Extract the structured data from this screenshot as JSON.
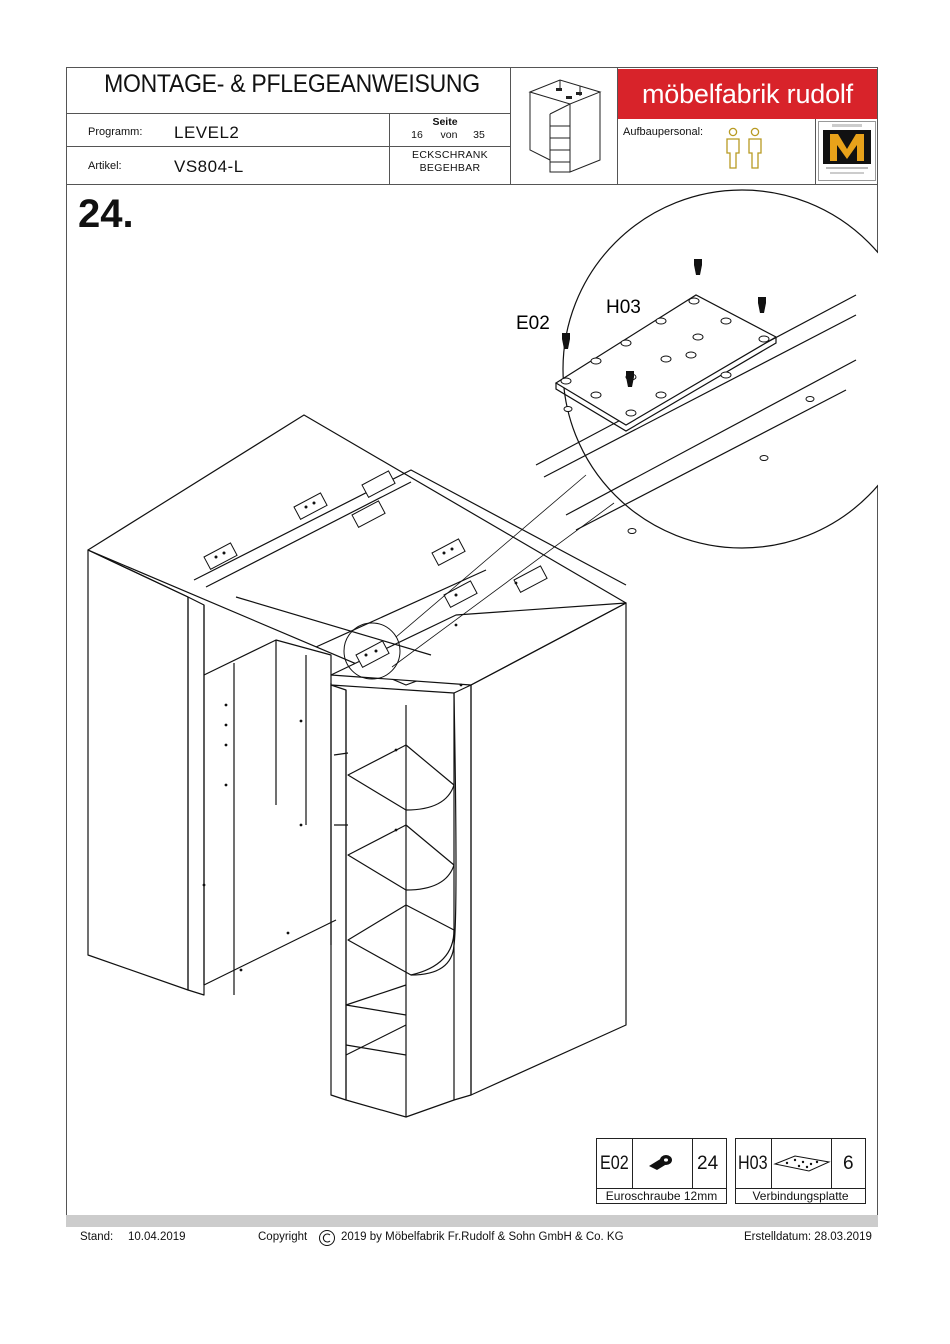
{
  "header": {
    "title": "MONTAGE- & PFLEGEANWEISUNG",
    "programm_label": "Programm:",
    "programm_value": "LEVEL2",
    "artikel_label": "Artikel:",
    "artikel_value": "VS804-L",
    "seite_label": "Seite",
    "page_current": "16",
    "page_of": "von",
    "page_total": "35",
    "product_line1": "ECKSCHRANK",
    "product_line2": "BEGEHBAR",
    "brand": "möbelfabrik rudolf",
    "aufbau_label": "Aufbaupersonal:"
  },
  "step": {
    "number": "24."
  },
  "detail": {
    "label_screw": "E02",
    "label_plate": "H03"
  },
  "parts": [
    {
      "code": "E02",
      "qty": "24",
      "name": "Euroschraube 12mm",
      "icon": "screw-icon"
    },
    {
      "code": "H03",
      "qty": "6",
      "name": "Verbindungsplatte",
      "icon": "plate-icon"
    }
  ],
  "footer": {
    "stand_label": "Stand:",
    "stand_date": "10.04.2019",
    "copyright_label": "Copyright",
    "copyright_text": "2019  by Möbelfabrik Fr.Rudolf & Sohn GmbH & Co. KG",
    "created": "Erstelldatum: 28.03.2019"
  },
  "colors": {
    "brand_red": "#d8232a",
    "logo_gold": "#e8a21a"
  }
}
